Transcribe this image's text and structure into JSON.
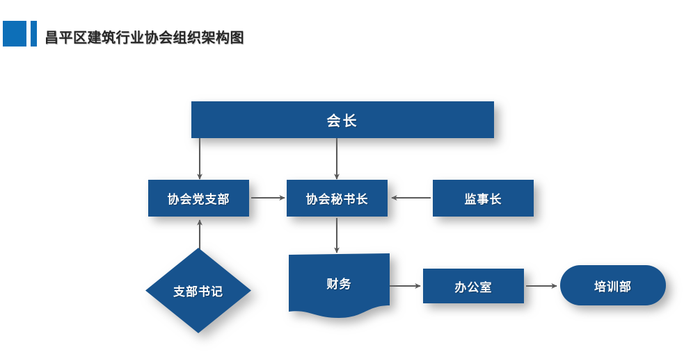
{
  "header": {
    "title": "昌平区建筑行业协会组织架构图",
    "accent_color": "#0D6FB8",
    "title_color": "#262626"
  },
  "theme": {
    "node_fill": "#17538E",
    "node_text": "#FFFFFF",
    "connector_color": "#595959",
    "background": "#FFFFFF"
  },
  "chart_data": {
    "type": "diagram",
    "subtype": "org-chart",
    "title": "昌平区建筑行业协会组织架构图",
    "nodes": [
      {
        "id": "chairman",
        "label": "会长",
        "shape": "rectangle",
        "level": 0
      },
      {
        "id": "party-branch",
        "label": "协会党支部",
        "shape": "rectangle",
        "level": 1
      },
      {
        "id": "secretary",
        "label": "协会秘书长",
        "shape": "rectangle",
        "level": 1
      },
      {
        "id": "supervisor",
        "label": "监事长",
        "shape": "rectangle",
        "level": 1
      },
      {
        "id": "branch-secretary",
        "label": "支部书记",
        "shape": "diamond",
        "level": 2
      },
      {
        "id": "finance",
        "label": "财务",
        "shape": "document",
        "level": 2
      },
      {
        "id": "office",
        "label": "办公室",
        "shape": "rectangle",
        "level": 2
      },
      {
        "id": "training",
        "label": "培训部",
        "shape": "pill",
        "level": 2
      }
    ],
    "edges": [
      {
        "from": "chairman",
        "to": "party-branch",
        "direction": "down",
        "style": "arrow"
      },
      {
        "from": "chairman",
        "to": "secretary",
        "direction": "down",
        "style": "arrow"
      },
      {
        "from": "party-branch",
        "to": "secretary",
        "direction": "right",
        "style": "arrow"
      },
      {
        "from": "supervisor",
        "to": "secretary",
        "direction": "left",
        "style": "arrow"
      },
      {
        "from": "branch-secretary",
        "to": "party-branch",
        "direction": "up",
        "style": "arrow"
      },
      {
        "from": "secretary",
        "to": "finance",
        "direction": "down",
        "style": "arrow"
      },
      {
        "from": "finance",
        "to": "office",
        "direction": "right",
        "style": "arrow"
      },
      {
        "from": "office",
        "to": "training",
        "direction": "right",
        "style": "arrow"
      }
    ]
  }
}
